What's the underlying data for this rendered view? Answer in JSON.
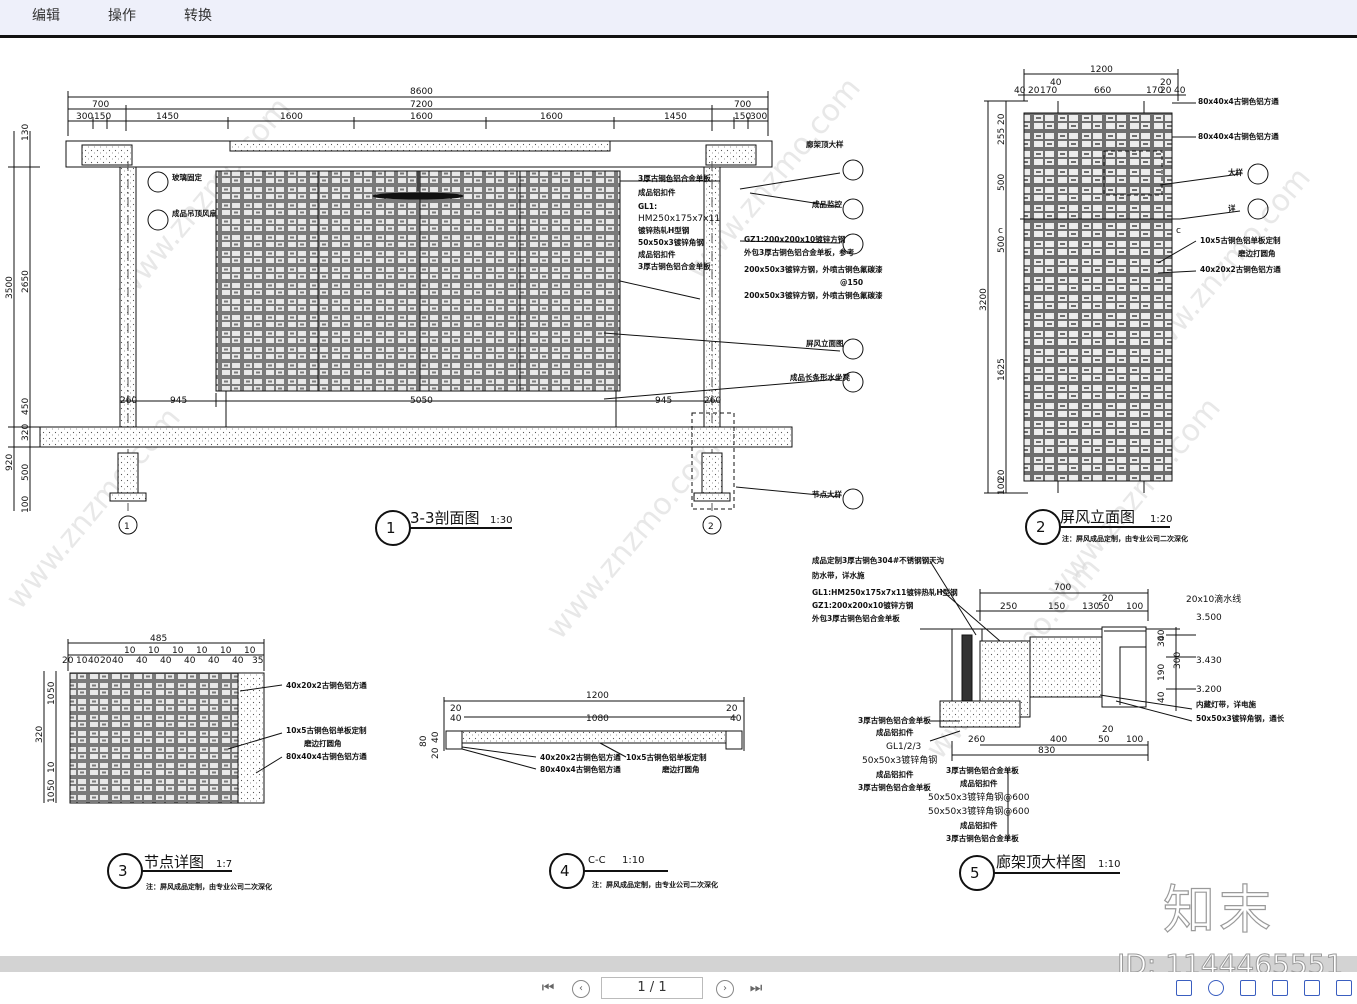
{
  "menu": [
    "编辑",
    "操作",
    "转换"
  ],
  "views": {
    "section": {
      "num": "1",
      "title": "3-3剖面图",
      "scale": "1:30"
    },
    "screen": {
      "num": "2",
      "title": "屏风立面图",
      "scale": "1:20",
      "note": "注：屏风成品定制，由专业公司二次深化"
    },
    "node": {
      "num": "3",
      "title": "节点详图",
      "scale": "1:7",
      "note": "注：屏风成品定制，由专业公司二次深化"
    },
    "cc": {
      "num": "4",
      "title": "C-C",
      "scale": "1:10",
      "note": "注：屏风成品定制，由专业公司二次深化"
    },
    "roof": {
      "num": "5",
      "title": "廊架顶大样图",
      "scale": "1:10"
    }
  },
  "section_dims": {
    "total": "8600",
    "mid": "7200",
    "side_l": "700",
    "side_r": "700",
    "top_row": [
      "300",
      "150",
      "1450",
      "1600",
      "1600",
      "1600",
      "1450",
      "150",
      "300"
    ],
    "left_h": [
      "3500",
      "2650",
      "450",
      "320",
      "920",
      "500",
      "100",
      "130"
    ],
    "bottom": [
      "260",
      "945",
      "5050",
      "945",
      "260"
    ],
    "axes": [
      "1",
      "2"
    ]
  },
  "section_labels": [
    "3厚古铜色铝合金单板",
    "成品铝扣件",
    "GL1:",
    "HM250x175x7x11",
    "镀锌热轧H型钢",
    "50x50x3镀锌角钢",
    "成品铝扣件",
    "3厚古铜色铝合金单板",
    "GZ1:200x200x10镀锌方钢",
    "外包3厚古铜色铝合金单板，参考",
    "200x50x3镀锌方钢，外喷古铜色氟碳漆",
    "@150",
    "200x50x3镀锌方钢，外喷古铜色氟碳漆",
    "廊架顶大样",
    "成品监控",
    "屏风立面图",
    "成品长条形水坐凳",
    "节点大样",
    "玻璃固定",
    "成品吊顶风扇"
  ],
  "screen_dims": {
    "width": "1200",
    "top": [
      "40",
      "20",
      "170",
      "660",
      "170",
      "20",
      "40"
    ],
    "top_sub": [
      "40",
      "20"
    ],
    "height": "3200",
    "left": [
      "20",
      "255",
      "500",
      "500",
      "1625",
      "20",
      "100"
    ]
  },
  "screen_labels": [
    "80x40x4古铜色铝方通",
    "80x40x4古铜色铝方通",
    "大样",
    "详",
    "10x5古铜色铝单板定制",
    "磨边打圆角",
    "40x20x2古铜色铝方通",
    "c",
    "c"
  ],
  "node_dims": {
    "width": "485",
    "top": [
      "20",
      "10",
      "40",
      "20",
      "40",
      "10",
      "40",
      "10",
      "40",
      "10",
      "40",
      "10",
      "40",
      "10",
      "40",
      "10",
      "35"
    ],
    "left": [
      "50",
      "10",
      "320",
      "10",
      "50",
      "10"
    ]
  },
  "node_labels": [
    "40x20x2古铜色铝方通",
    "10x5古铜色铝单板定制",
    "磨边打圆角",
    "80x40x4古铜色铝方通"
  ],
  "cc_dims": {
    "width": "1200",
    "inner": "1080",
    "left": "20",
    "right": "20",
    "l2": "40",
    "r2": "40",
    "h": [
      "40",
      "80",
      "20"
    ]
  },
  "cc_labels": [
    "40x20x2古铜色铝方通",
    "80x40x4古铜色铝方通",
    "10x5古铜色铝单板定制",
    "磨边打圆角"
  ],
  "roof_dims": {
    "width": "700",
    "top": [
      "250",
      "150",
      "130",
      "20",
      "50",
      "100"
    ],
    "bottom": [
      "260",
      "400",
      "20",
      "50",
      "100"
    ],
    "bottom_total": "830",
    "right": [
      "40",
      "30",
      "300",
      "190",
      "40"
    ],
    "elev": [
      "3.500",
      "3.430",
      "3.200"
    ],
    "drip": "20x10滴水线"
  },
  "roof_labels_top": [
    "成品定制3厚古铜色304#不锈钢钢天沟",
    "防水带，详水施",
    "GL1:HM250x175x7x11镀锌热轧H型钢",
    "GZ1:200x200x10镀锌方钢",
    "外包3厚古铜色铝合金单板"
  ],
  "roof_labels_right": [
    "内藏灯带，详电施",
    "50x50x3镀锌角钢，通长"
  ],
  "roof_labels_left": [
    "3厚古铜色铝合金单板",
    "成品铝扣件",
    "GL1/2/3",
    "50x50x3镀锌角钢",
    "成品铝扣件",
    "3厚古铜色铝合金单板"
  ],
  "roof_labels_bottom": [
    "3厚古铜色铝合金单板",
    "成品铝扣件",
    "50x50x3镀锌角钢@600",
    "50x50x3镀锌角钢@600",
    "成品铝扣件",
    "3厚古铜色铝合金单板"
  ],
  "watermark": "www.znzmo.com",
  "brand": "知末",
  "image_id": "ID: 1144465551",
  "pager": {
    "page": "1 / 1"
  }
}
